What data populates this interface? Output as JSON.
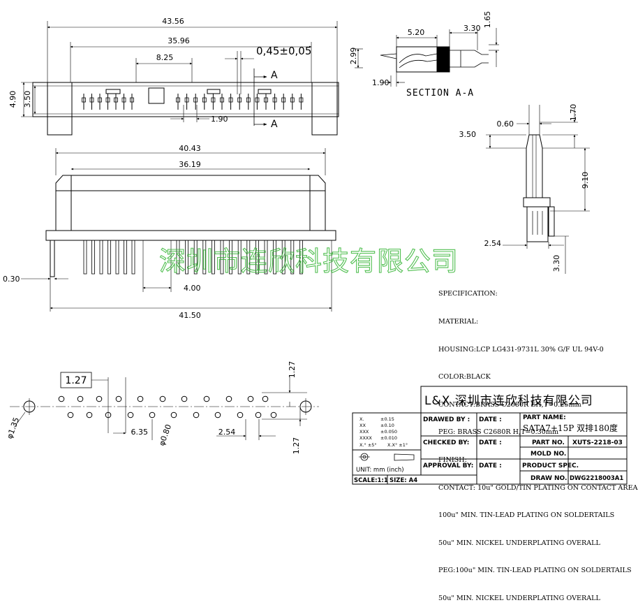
{
  "dimensions": {
    "overall_width": "43.56",
    "top_span": "35.96",
    "left_offset": "8.25",
    "pitch_small": "0,45±0,05",
    "pitch": "1.90",
    "height_outer": "4.90",
    "height_inner": "3.50",
    "section_top_left": "5.20",
    "section_top_right": "3.30",
    "section_side_right": "1.65",
    "section_side_left": "2.99",
    "section_bottom": "1.90",
    "front_width": "40.43",
    "front_inner": "36.19",
    "front_base": "41.50",
    "front_gap": "4.00",
    "front_pin": "0.30",
    "side_top_right": "1.70",
    "side_top": "0.60",
    "side_left": "3.50",
    "side_height": "9.10",
    "side_bottom_left": "2.54",
    "side_tail": "3.30",
    "pcb_pitch_box": "1.27",
    "pcb_right_top": "1.27",
    "pcb_right_bottom": "1.27",
    "pcb_left_offset": "6.35",
    "pcb_hole": "φ0.80",
    "pcb_row": "2.54",
    "pcb_peg": "φ1.35"
  },
  "labels": {
    "section_marker": "A",
    "section_title": "SECTION A-A",
    "watermark": "深圳市连欣科技有限公司"
  },
  "spec_lines": [
    "SPECIFICATION:",
    "MATERIAL:",
    "HOUSING:LCP LG431-9731L 30% G/F UL 94V-0",
    "COLOR:BLACK",
    "CONTACT:BRASS C2680R EH,T=0.25mm",
    "PEG: BRASS C2680R H,T=0.30mm",
    "FINISH:",
    "CONTACT: 10u\" GOLD/TIN PLATING ON CONTACT AREA",
    "100u\" MIN. TIN-LEAD PLATING ON SOLDERTAILS",
    "50u\" MIN. NICKEL UNDERPLATING OVERALL",
    "PEG:100u\" MIN. TIN-LEAD PLATING ON SOLDERTAILS",
    "50u\" MIN. NICKEL UNDERPLATING OVERALL"
  ],
  "title_block": {
    "company": "L&X  深圳市连欣科技有限公司",
    "drawed_by_label": "DRAWED BY :",
    "date_label": "DATE :",
    "part_name_label": "PART NAME:",
    "part_name": "SATA7+15P  双排180度",
    "checked_by_label": "CHECKED BY:",
    "part_no_label": "PART NO.",
    "part_no": "XUTS-2218-03",
    "mold_no_label": "MOLD NO.",
    "approval_by_label": "APPROVAL BY:",
    "product_spec_label": "PRODUCT SPEC.",
    "draw_no_label": "DRAW NO.",
    "draw_no": "DWG2218003A1",
    "scale_label": "SCALE:1:1",
    "size_label": "SIZE: A4",
    "unit_label": "UNIT: mm (inch)",
    "tolerances": [
      {
        "k": "X.",
        "v": "±0.15"
      },
      {
        "k": "XX",
        "v": "±0.10"
      },
      {
        "k": "XXX",
        "v": "±0.050"
      },
      {
        "k": "XXXX",
        "v": "±0.010"
      }
    ],
    "angle_tol_1": "X.° ±5°",
    "angle_tol_2": "X.X° ±1°"
  }
}
